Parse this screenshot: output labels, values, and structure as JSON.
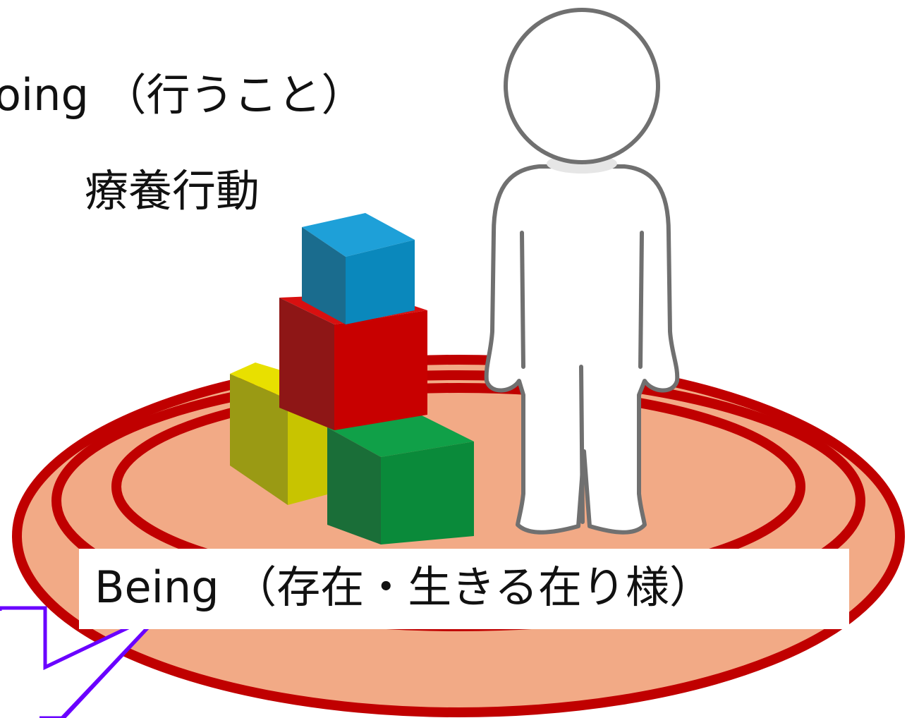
{
  "labels": {
    "doing": "oing （行うこと）",
    "care_behavior": "療養行動",
    "being": "Being （存在・生きる在り様）"
  },
  "colors": {
    "ring_fill": "#f2aa86",
    "ring_stroke": "#c00000",
    "block_blue": "#0a8fc8",
    "block_red": "#c80000",
    "block_yellow": "#d8d400",
    "block_green": "#0a8f3c",
    "callout_line": "#6a00ff",
    "figure_fill": "#ffffff",
    "figure_outline": "#707070"
  },
  "icons": {
    "person": "standing-person-figure",
    "blocks": "stacked-toy-blocks",
    "rings": "concentric-ellipse-rings",
    "callout": "speech-callout-pointer"
  }
}
